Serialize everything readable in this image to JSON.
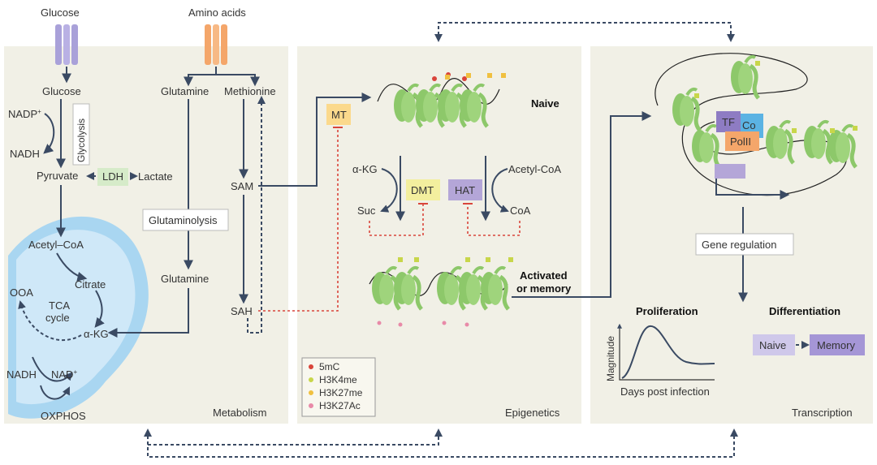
{
  "top_labels": {
    "glucose_in": "Glucose",
    "amino_acids": "Amino acids"
  },
  "metabolism": {
    "panel_label": "Metabolism",
    "glucose": "Glucose",
    "nadp": "NADP",
    "nadp_sup": "+",
    "nadh_top": "NADH",
    "glycolysis": "Glycolysis",
    "pyruvate": "Pyruvate",
    "ldh": "LDH",
    "lactate": "Lactate",
    "acetyl_coa": "Acetyl–CoA",
    "citrate": "Citrate",
    "ooa": "OOA",
    "tca": "TCA",
    "cycle": "cycle",
    "akg": "α-KG",
    "nadh_bottom": "NADH",
    "nad": "NAD",
    "nad_sup": "+",
    "oxphos": "OXPHOS",
    "glutamine_top": "Glutamine",
    "methionine": "Methionine",
    "glutaminolysis": "Glutaminolysis",
    "glutamine_bottom": "Glutamine",
    "sam": "SAM",
    "sah": "SAH"
  },
  "epigenetics": {
    "panel_label": "Epigenetics",
    "mt": "MT",
    "naive": "Naive",
    "akg": "α-KG",
    "suc": "Suc",
    "dmt": "DMT",
    "hat": "HAT",
    "acetyl_coa": "Acetyl-CoA",
    "coa": "CoA",
    "activated_line1": "Activated",
    "activated_line2": "or memory",
    "legend": [
      {
        "label": "5mC",
        "color": "#d9453b"
      },
      {
        "label": "H3K4me",
        "color": "#c8d64a"
      },
      {
        "label": "H3K27me",
        "color": "#f0c040"
      },
      {
        "label": "H3K27Ac",
        "color": "#e88aa8"
      }
    ]
  },
  "transcription": {
    "panel_label": "Transcription",
    "tf": "TF",
    "co": "Co",
    "polII": "PolII",
    "gene_regulation": "Gene regulation",
    "proliferation": "Proliferation",
    "differentiation": "Differentiation",
    "magnitude": "Magnitude",
    "days_post_infection": "Days post infection",
    "naive": "Naive",
    "memory": "Memory"
  },
  "colors": {
    "panel_bg": "#f1f0e6",
    "arrow": "#3a4a63",
    "inhibit": "#d9453b",
    "mito_fill": "#a9d6f1",
    "mito_inner": "#cfe8f8",
    "nucleosome": "#8dc86a",
    "ldh_box": "#d6ebc9",
    "mt_box": "#fbd98c",
    "dmt_box": "#f3ef9e",
    "hat_box": "#b4a6d8",
    "tf_box": "#8e7cc3",
    "co_box": "#5bb3e3",
    "polii_box": "#f4a66a",
    "naive_box": "#cfc8ea",
    "memory_box": "#a596d6",
    "transporter_glucose": "#a9a1d9",
    "transporter_amino": "#f4a66a"
  }
}
